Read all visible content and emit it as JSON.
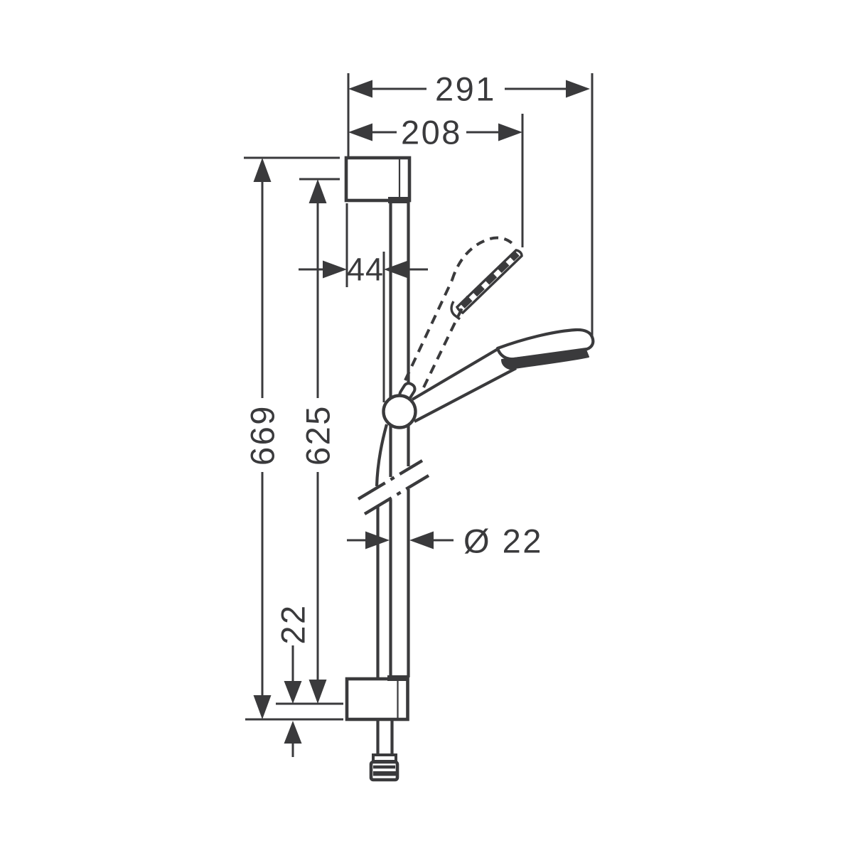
{
  "drawing": {
    "background": "#ffffff",
    "line_color": "#3a3a3c",
    "dimensions": {
      "overall_reach": "291",
      "upper_reach": "208",
      "holder_offset": "44",
      "overall_height": "669",
      "rail_spacing": "625",
      "bar_diameter": "Ø 22",
      "bottom_offset": "22"
    }
  }
}
